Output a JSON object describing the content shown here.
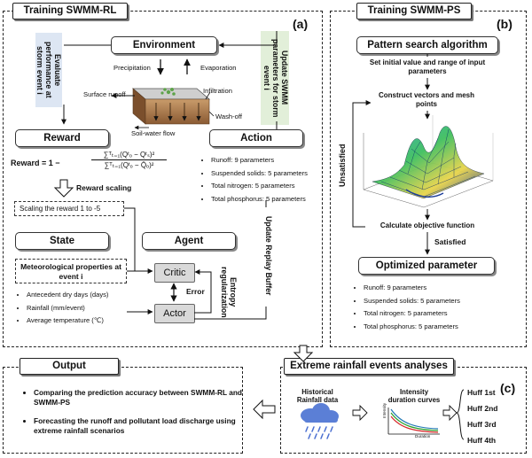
{
  "panel_a": {
    "tab": "Training SWMM-RL",
    "letter": "(a)",
    "environment": {
      "title": "Environment",
      "precipitation": "Precipitation",
      "evaporation": "Evaporation",
      "surface_runoff": "Surface runoff",
      "infiltration": "Infiltration",
      "wash_off": "Wash-off",
      "soil_water_flow": "Soil-water flow"
    },
    "evaluate_label": "Evaluate performance at storm event i",
    "update_label": "Update SWMM parameters for storm event i",
    "reward": {
      "title": "Reward",
      "prefix": "Reward = 1 −",
      "numerator": "∑ᵀₜ₌₁(Qᵗₒ − Qᵗₛ)²",
      "denominator": "∑ᵀₜ₌₁(Qᵗₒ − Q̄ₒ)²",
      "scaling_label": "Reward scaling",
      "scaling_box": "Scaling the reward 1 to -5"
    },
    "action": {
      "title": "Action",
      "items": [
        "Runoff: 9 parameters",
        "Suspended solids: 5 parameters",
        "Total nitrogen: 5 parameters",
        "Total phosphorus: 5 parameters"
      ]
    },
    "state": {
      "title": "State",
      "meteo_box": "Meteorological properties at event i",
      "items": [
        "Antecedent dry days (days)",
        "Rainfall (mm/event)",
        "Average temperature (℃)"
      ]
    },
    "agent": {
      "title": "Agent",
      "critic": "Critic",
      "actor": "Actor",
      "error": "Error",
      "entropy": "Entropy regularization",
      "replay": "Update Replay Buffer"
    }
  },
  "panel_b": {
    "tab": "Training SWMM-PS",
    "letter": "(b)",
    "title": "Pattern search algorithm",
    "step1": "Set initial value and range of input parameters",
    "step2": "Construct vectors and mesh points",
    "step3": "Calculate objective function",
    "unsatisfied": "Unsatisfied",
    "satisfied": "Satisfied",
    "optimized_title": "Optimized parameter",
    "items": [
      "Runoff: 9 parameters",
      "Suspended solids: 5 parameters",
      "Total nitrogen: 5 parameters",
      "Total phosphorus: 5 parameters"
    ]
  },
  "panel_c": {
    "tab": "Extreme rainfall events analyses",
    "letter": "(c)",
    "historical": "Historical Rainfall data",
    "idf_title": "Intensity duration curves",
    "idf_ylabel": "Intensity",
    "idf_xlabel": "Duration",
    "huff": [
      "Huff 1st",
      "Huff 2nd",
      "Huff 3rd",
      "Huff 4th"
    ]
  },
  "output": {
    "tab": "Output",
    "items": [
      "Comparing the prediction accuracy between SWMM-RL and SWMM-PS",
      "Forecasting the runoff and pollutant load discharge using extreme rainfall scenarios"
    ]
  },
  "colors": {
    "evaluate_bg": "#dde6f3",
    "update_bg": "#e2efd9",
    "box_gray": "#d9d9d9",
    "cloud": "#5b7fd6",
    "rain": "#4a6fd0",
    "idf_curves": [
      "#1f77b4",
      "#2ca02c",
      "#d62728"
    ]
  }
}
